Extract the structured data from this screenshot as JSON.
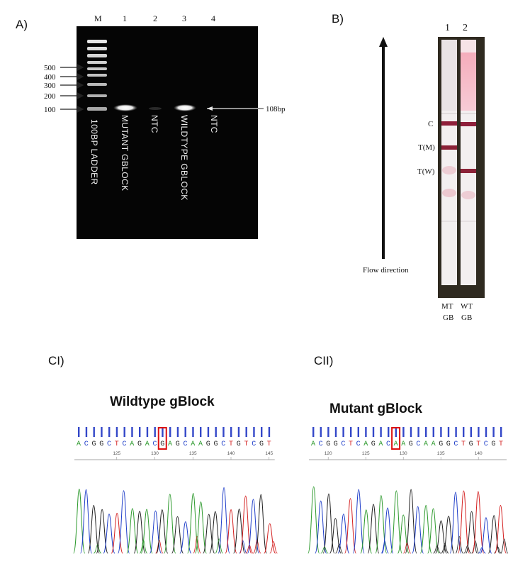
{
  "panelA": {
    "label": "A)",
    "lane_numbers": [
      "M",
      "1",
      "2",
      "3",
      "4"
    ],
    "ladder_sizes": [
      "500",
      "400",
      "300",
      "200",
      "100"
    ],
    "lane_labels": [
      "100BP LADDER",
      "MUTANT GBLOCK",
      "NTC",
      "WILDTYPE GBLOCK",
      "NTC"
    ],
    "band_size": "108bp"
  },
  "panelB": {
    "label": "B)",
    "strip_numbers": [
      "1",
      "2"
    ],
    "line_labels": [
      "C",
      "T(M)",
      "T(W)"
    ],
    "flow_label": "Flow direction",
    "strip_captions": [
      {
        "top": "MT",
        "bottom": "GB"
      },
      {
        "top": "WT",
        "bottom": "GB"
      }
    ]
  },
  "panelC1": {
    "label": "CI)",
    "title": "Wildtype gBlock",
    "bases": [
      "A",
      "C",
      "G",
      "G",
      "C",
      "T",
      "C",
      "A",
      "G",
      "A",
      "C",
      "G",
      "A",
      "G",
      "C",
      "A",
      "A",
      "G",
      "G",
      "C",
      "T",
      "G",
      "T",
      "C",
      "G",
      "T"
    ],
    "highlight_index": 11,
    "positions": [
      "125",
      "130",
      "135",
      "140",
      "145"
    ]
  },
  "panelC2": {
    "label": "CII)",
    "title": "Mutant gBlock",
    "bases": [
      "A",
      "C",
      "G",
      "G",
      "C",
      "T",
      "C",
      "A",
      "G",
      "A",
      "C",
      "A",
      "A",
      "G",
      "C",
      "A",
      "A",
      "G",
      "G",
      "C",
      "T",
      "G",
      "T",
      "C",
      "G",
      "T"
    ],
    "highlight_index": 11,
    "positions": [
      "120",
      "125",
      "130",
      "135",
      "140"
    ]
  },
  "colors": {
    "A": "#2e9a2e",
    "C": "#1f3ec9",
    "G": "#222222",
    "T": "#d42020"
  }
}
